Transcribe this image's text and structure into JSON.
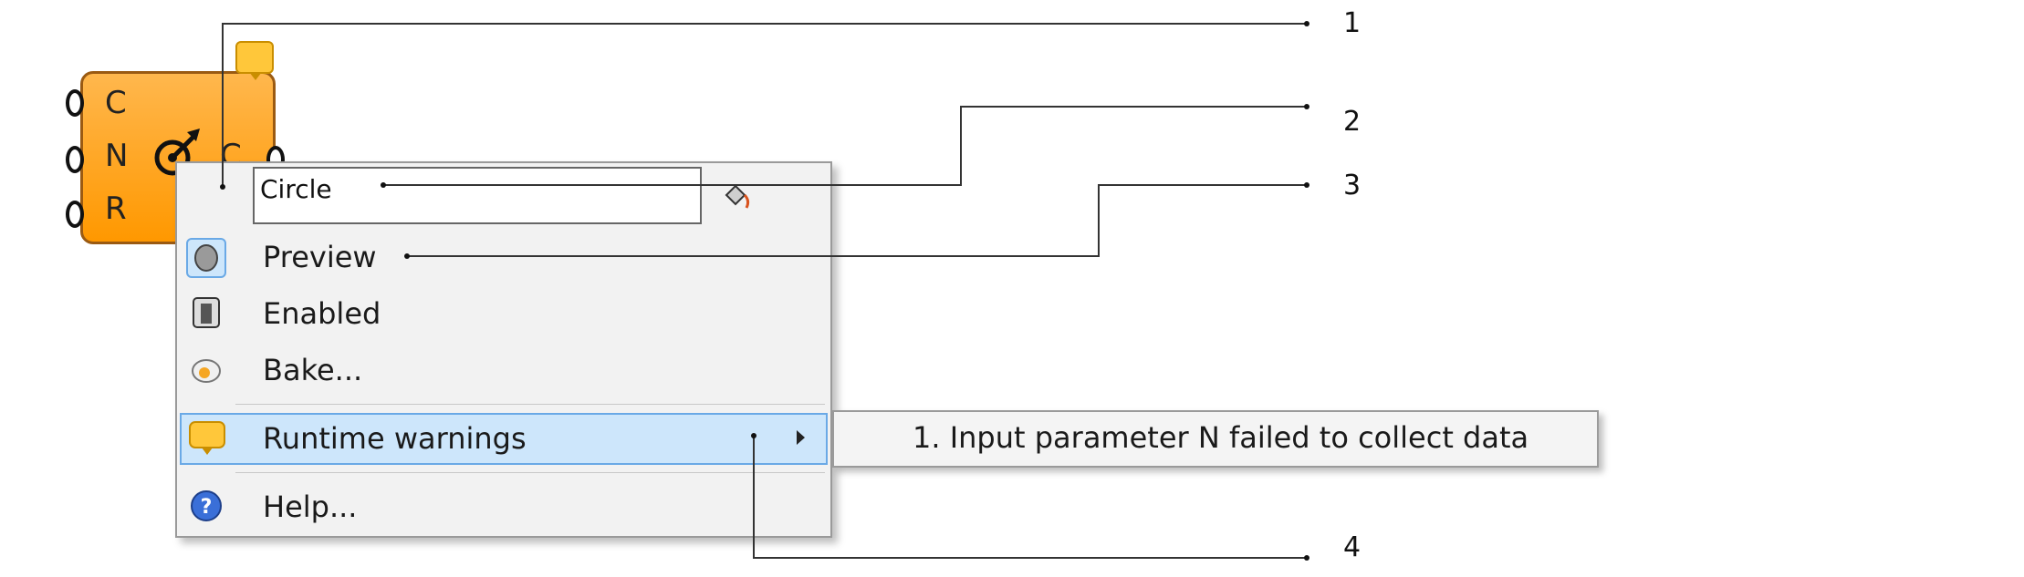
{
  "component": {
    "inputs": [
      "C",
      "N",
      "R"
    ],
    "output": "C",
    "icon": "circle-arrow-icon",
    "warning_icon": "warning-balloon-icon"
  },
  "context_menu": {
    "name_value": "Circle",
    "items": [
      {
        "label": "Preview",
        "icon": "preview-icon",
        "checked": true
      },
      {
        "label": "Enabled",
        "icon": "enabled-icon",
        "checked": false
      },
      {
        "label": "Bake...",
        "icon": "bake-icon",
        "checked": false
      },
      {
        "label": "Runtime warnings",
        "icon": "warning-balloon-icon",
        "highlighted": true,
        "has_submenu": true
      },
      {
        "label": "Help...",
        "icon": "help-icon",
        "checked": false
      }
    ],
    "submenu": [
      "1. Input parameter N failed to collect data"
    ]
  },
  "callouts": [
    "1",
    "2",
    "3",
    "4"
  ],
  "colors": {
    "component_fill": "#ff9800",
    "highlight": "#cde6fb",
    "highlight_border": "#6aa9e6",
    "warning": "#ffc73a"
  }
}
